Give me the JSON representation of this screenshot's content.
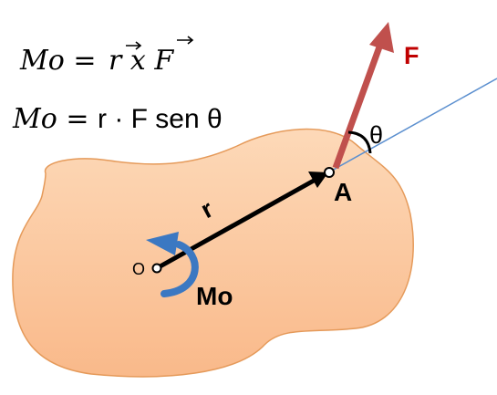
{
  "formula1": {
    "lhs": "Mo",
    "eq": " = ",
    "r_sym": "r",
    "cross": " x ",
    "f_sym": "F"
  },
  "formula2": {
    "lhs": "Mo",
    "eq": " = ",
    "rhs": "r · F sen θ"
  },
  "labels": {
    "force": "F",
    "point_a": "A",
    "position_vector": "r",
    "angle": "θ",
    "origin": "O",
    "moment": "Mo"
  },
  "colors": {
    "body_fill": "#fbc79c",
    "body_stroke": "#e59a5a",
    "force_arrow": "#c0504d",
    "force_label": "#c00000",
    "moment_arrow": "#3b78c2",
    "line_of_action": "#5b8fcf",
    "position_arrow": "#000000"
  }
}
